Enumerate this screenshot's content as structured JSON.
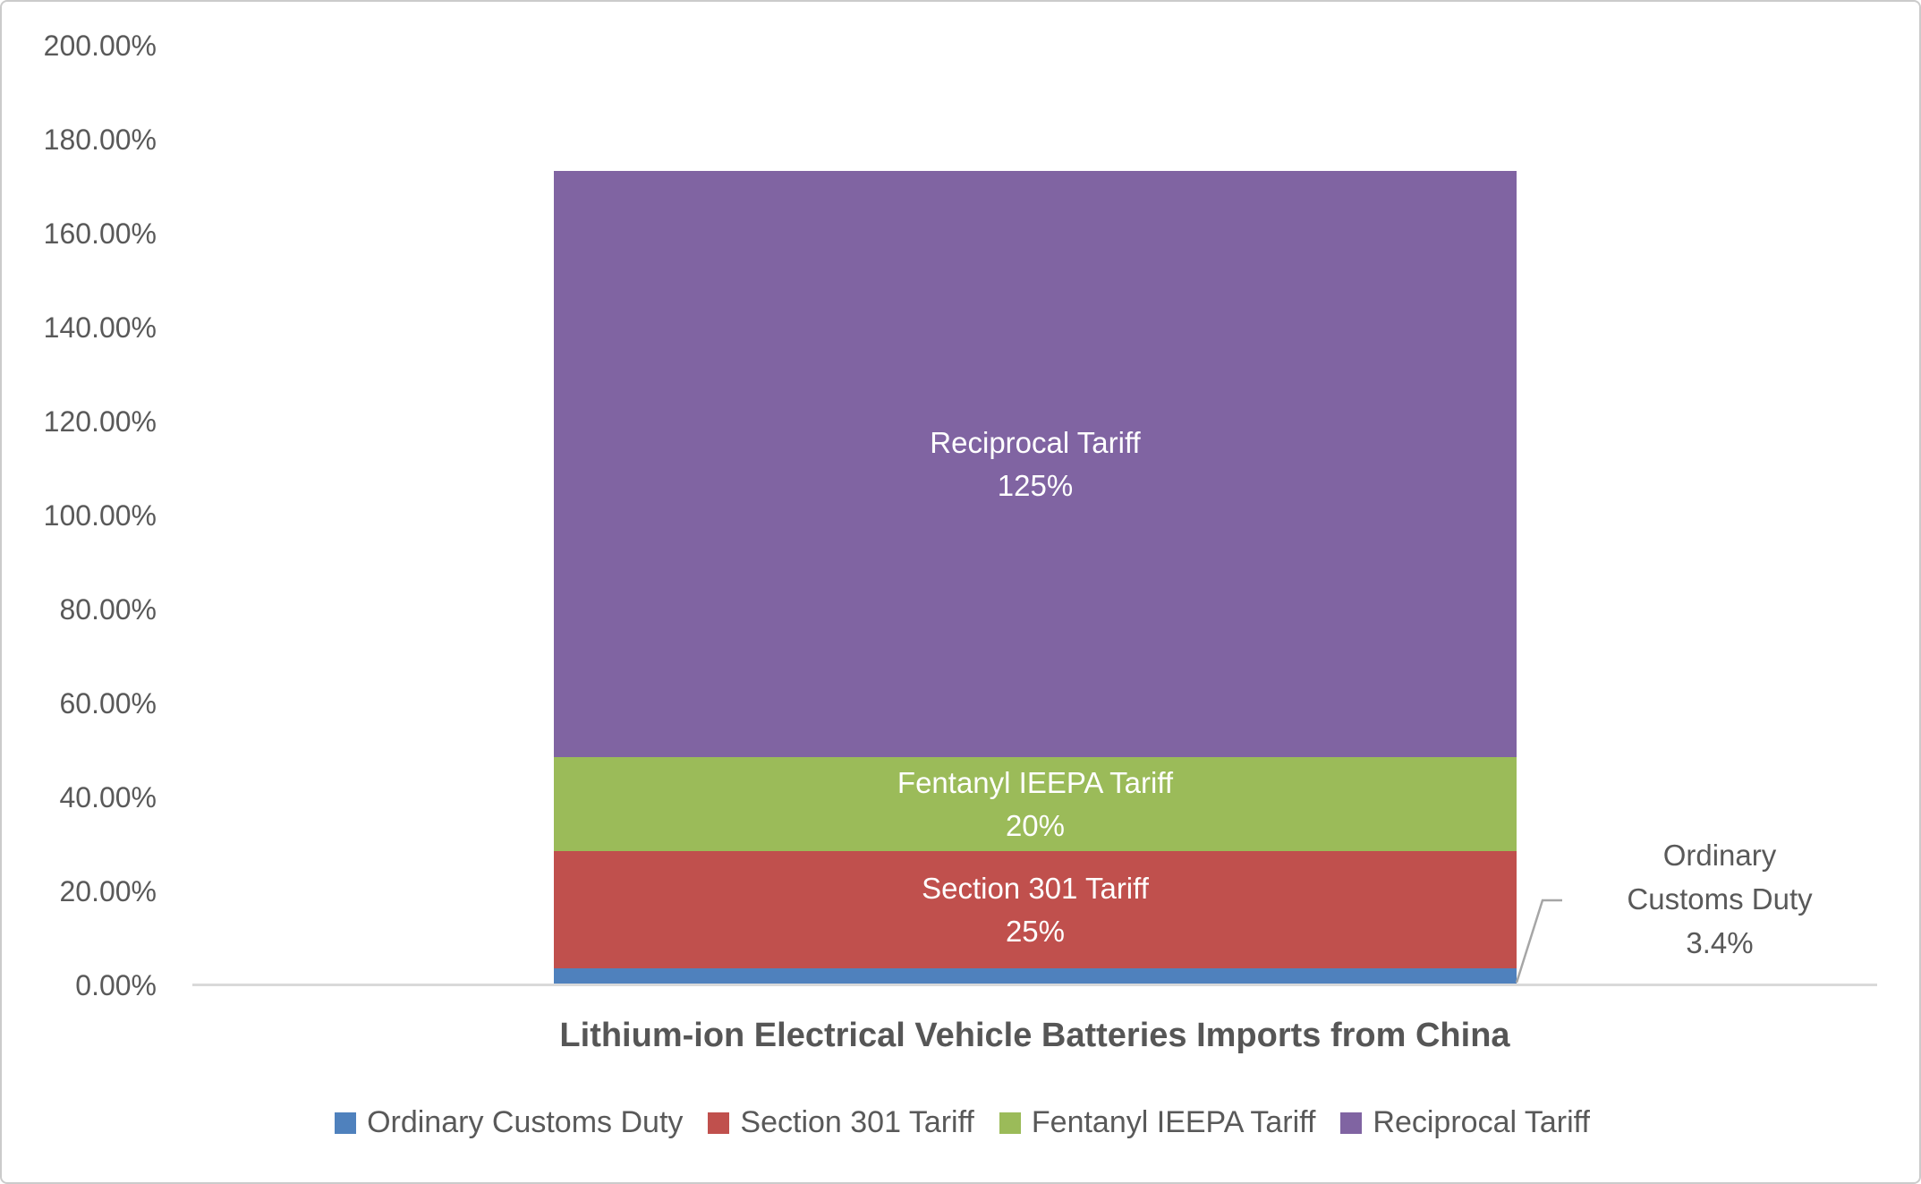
{
  "chart_data": {
    "type": "bar",
    "stacked": true,
    "title": "",
    "xlabel": "Lithium-ion Electrical Vehicle Batteries Imports from China",
    "ylabel": "",
    "categories": [
      "Lithium-ion Electrical Vehicle Batteries Imports from China"
    ],
    "series": [
      {
        "name": "Ordinary Customs Duty",
        "values": [
          3.4
        ],
        "color": "#4f81bd"
      },
      {
        "name": "Section 301 Tariff",
        "values": [
          25
        ],
        "color": "#c0504d"
      },
      {
        "name": "Fentanyl IEEPA Tariff",
        "values": [
          20
        ],
        "color": "#9bbb59"
      },
      {
        "name": "Reciprocal Tariff",
        "values": [
          125
        ],
        "color": "#8064a2"
      }
    ],
    "total_percent": 173.4,
    "ylim": [
      0,
      200
    ],
    "ytick_step": 20,
    "gridlines": false,
    "legend_position": "bottom",
    "data_labels": {
      "reciprocal": {
        "line1": "Reciprocal Tariff",
        "line2": "125%"
      },
      "fentanyl": {
        "line1": "Fentanyl IEEPA Tariff",
        "line2": "20%"
      },
      "section301": {
        "line1": "Section 301 Tariff",
        "line2": "25%"
      },
      "ordinary_annotation": {
        "line1": "Ordinary",
        "line2": "Customs Duty",
        "line3": "3.4%"
      }
    }
  },
  "axis": {
    "yticks": [
      "200.00%",
      "180.00%",
      "160.00%",
      "140.00%",
      "120.00%",
      "100.00%",
      "80.00%",
      "60.00%",
      "40.00%",
      "20.00%",
      "0.00%"
    ],
    "xlabel": "Lithium-ion Electrical Vehicle Batteries Imports from China"
  },
  "colors": {
    "axis_line": "#d9d9d9",
    "leader_line": "#a6a6a6",
    "tick_text": "#595959",
    "bar_label_text": "#ffffff"
  }
}
